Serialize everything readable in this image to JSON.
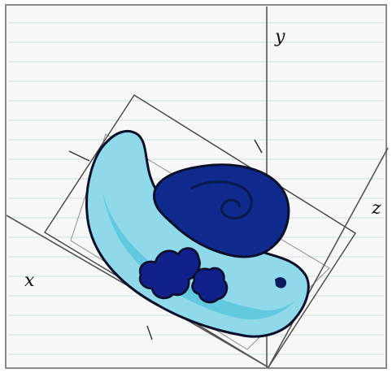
{
  "figure": {
    "axes": {
      "x_label": "x",
      "y_label": "y",
      "z_label": "z"
    },
    "colors": {
      "paper_background": "#f7f7f7",
      "paper_lines": "#b7c6d3",
      "frame_border": "#888888",
      "body_light_blue": "#8fd9ea",
      "body_mid_blue": "#5cc6dd",
      "shell_dark_blue": "#0f2a8c",
      "blobs_dark_blue": "#10208a",
      "outline": "#0a0f2a",
      "axis_lines": "#555555"
    },
    "subject_icon": "snail-shaped-object-icon"
  }
}
